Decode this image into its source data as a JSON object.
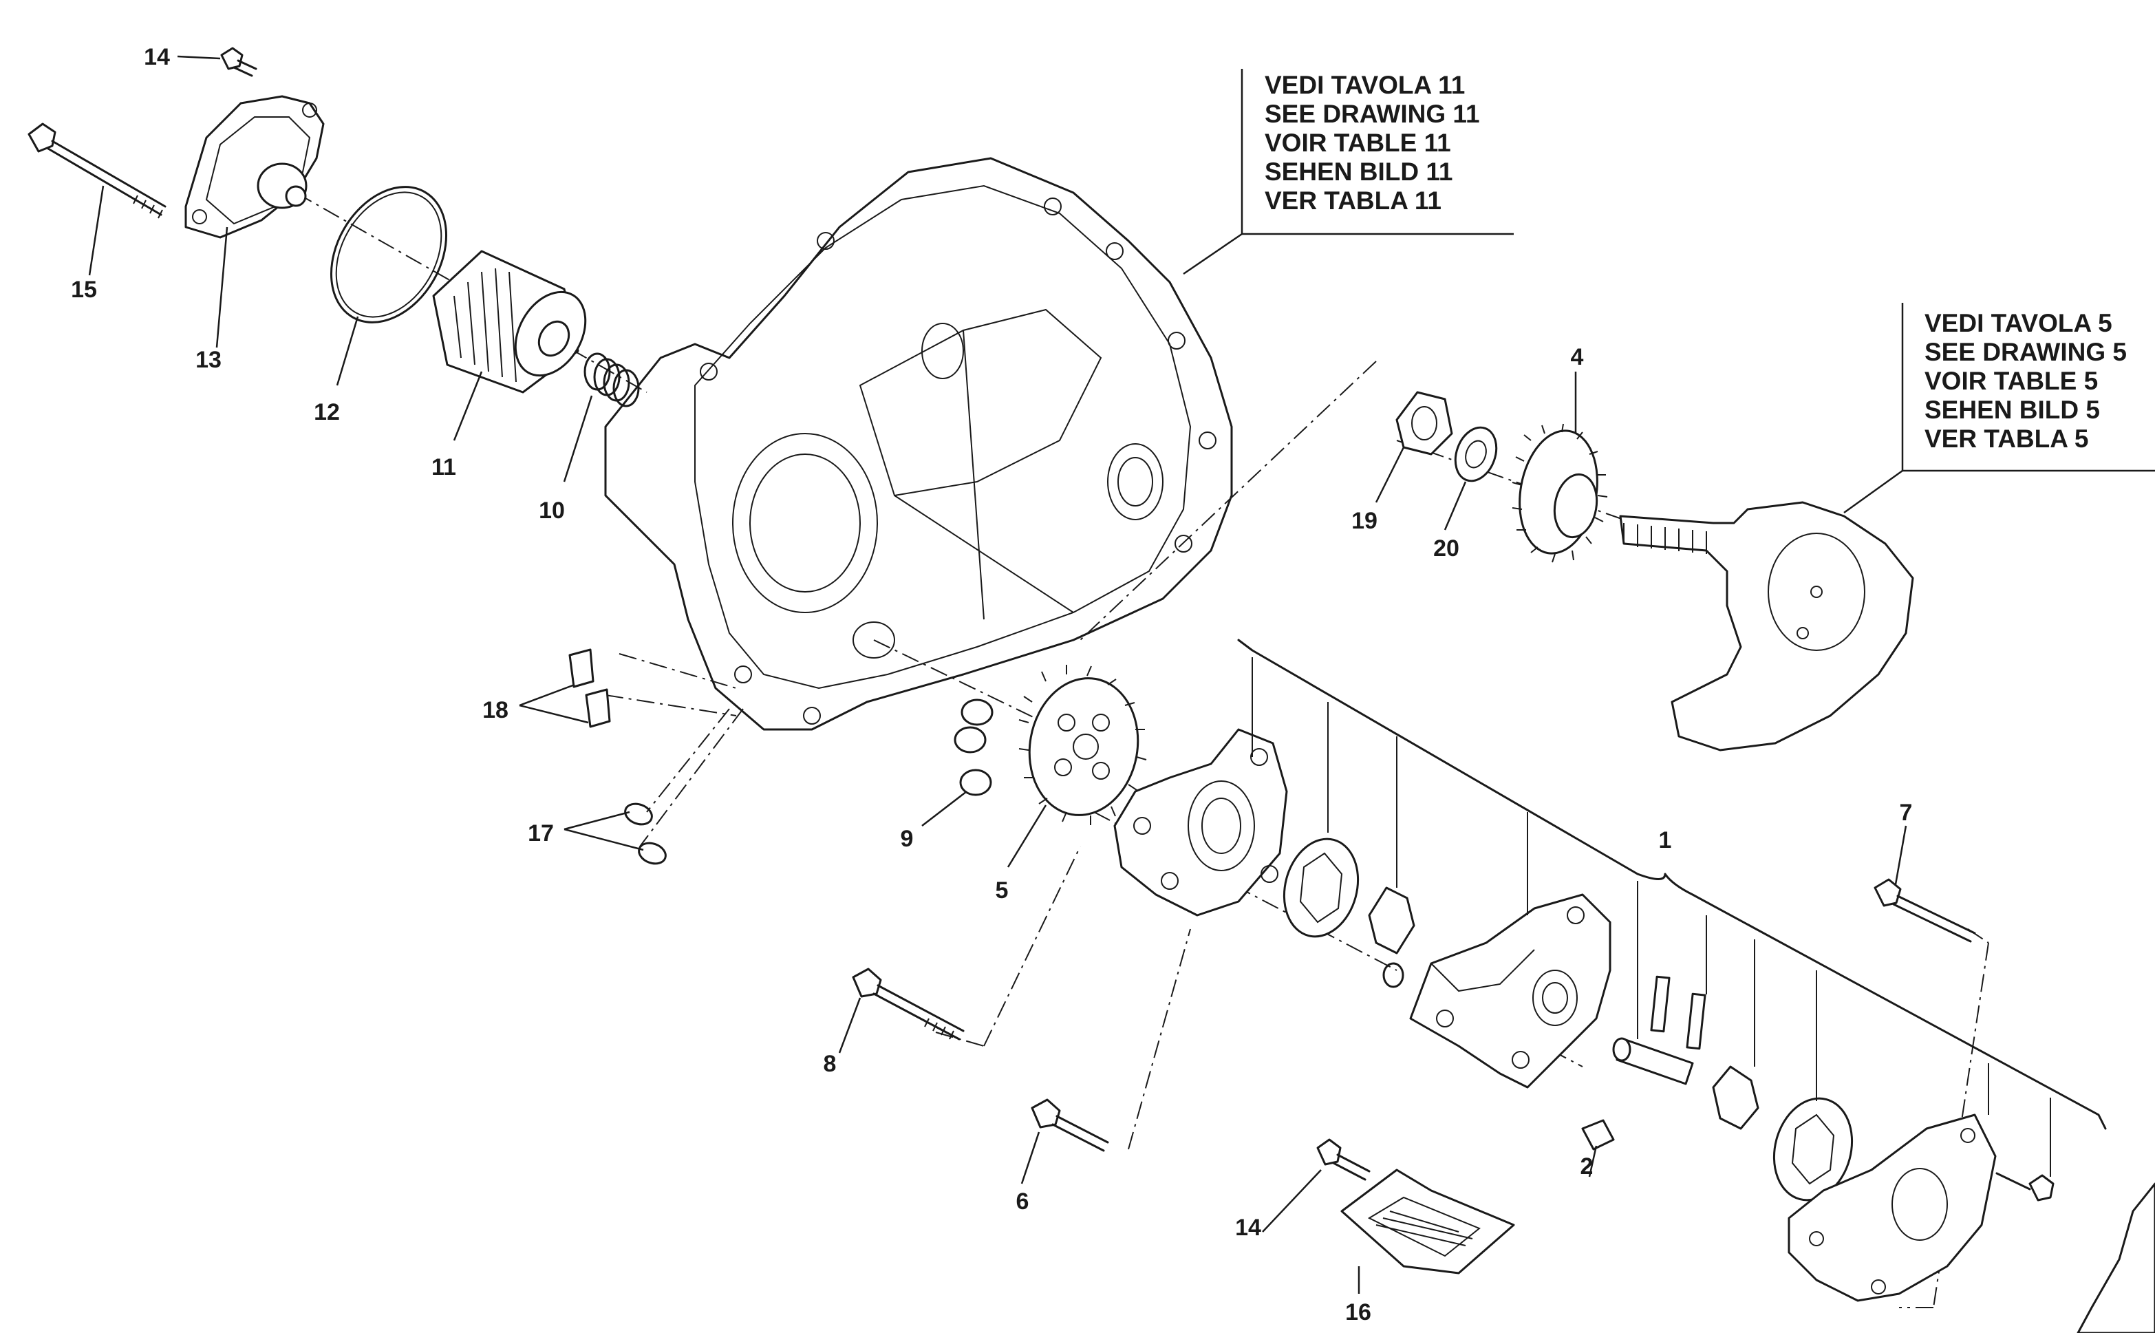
{
  "diagram": {
    "callouts": [
      {
        "id": "c1",
        "text": "1"
      },
      {
        "id": "c2",
        "text": "2"
      },
      {
        "id": "c4",
        "text": "4"
      },
      {
        "id": "c5",
        "text": "5"
      },
      {
        "id": "c6",
        "text": "6"
      },
      {
        "id": "c7",
        "text": "7"
      },
      {
        "id": "c8",
        "text": "8"
      },
      {
        "id": "c9",
        "text": "9"
      },
      {
        "id": "c10",
        "text": "10"
      },
      {
        "id": "c11",
        "text": "11"
      },
      {
        "id": "c12",
        "text": "12"
      },
      {
        "id": "c13",
        "text": "13"
      },
      {
        "id": "c14a",
        "text": "14"
      },
      {
        "id": "c14b",
        "text": "14"
      },
      {
        "id": "c15",
        "text": "15"
      },
      {
        "id": "c16",
        "text": "16"
      },
      {
        "id": "c17",
        "text": "17"
      },
      {
        "id": "c18",
        "text": "18"
      },
      {
        "id": "c19",
        "text": "19"
      },
      {
        "id": "c20",
        "text": "20"
      }
    ],
    "reference_11": {
      "lines": [
        "VEDI TAVOLA 11",
        "SEE DRAWING 11",
        "VOIR TABLE 11",
        "SEHEN BILD 11",
        "VER TABLA 11"
      ]
    },
    "reference_5": {
      "lines": [
        "VEDI TAVOLA 5",
        "SEE DRAWING 5",
        "VOIR TABLE 5",
        "SEHEN BILD 5",
        "VER TABLA 5"
      ]
    }
  }
}
